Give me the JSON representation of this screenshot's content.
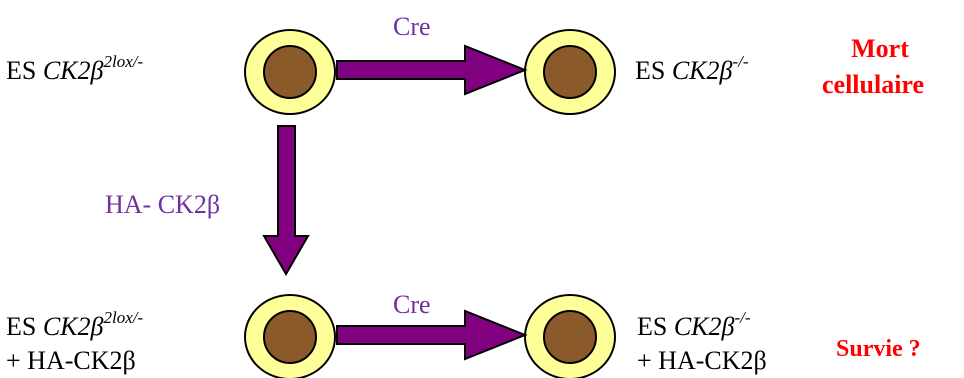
{
  "colors": {
    "arrow_fill": "#800080",
    "arrow_label": "#7030A0",
    "cell_fill": "#FFFF99",
    "nucleus_fill": "#8B5A2B",
    "outcome_red": "#FF0000"
  },
  "top_left": {
    "prefix": "ES ",
    "gene": "CK2β",
    "sup": "2lox/-"
  },
  "top_right": {
    "prefix": "ES ",
    "gene": "CK2β",
    "sup": "-/-"
  },
  "bottom_left": {
    "prefix": "ES ",
    "gene": "CK2β",
    "sup": "2lox/-",
    "line2": "+ HA-CK2β"
  },
  "bottom_right": {
    "prefix": "ES ",
    "gene": "CK2β",
    "sup": "-/-",
    "line2": "+ HA-CK2β"
  },
  "arrows": {
    "top_label": "Cre",
    "bottom_label": "Cre",
    "vertical_label": "HA- CK2β"
  },
  "outcomes": {
    "death_line1": "Mort",
    "death_line2": "cellulaire",
    "survival": "Survie ?"
  }
}
